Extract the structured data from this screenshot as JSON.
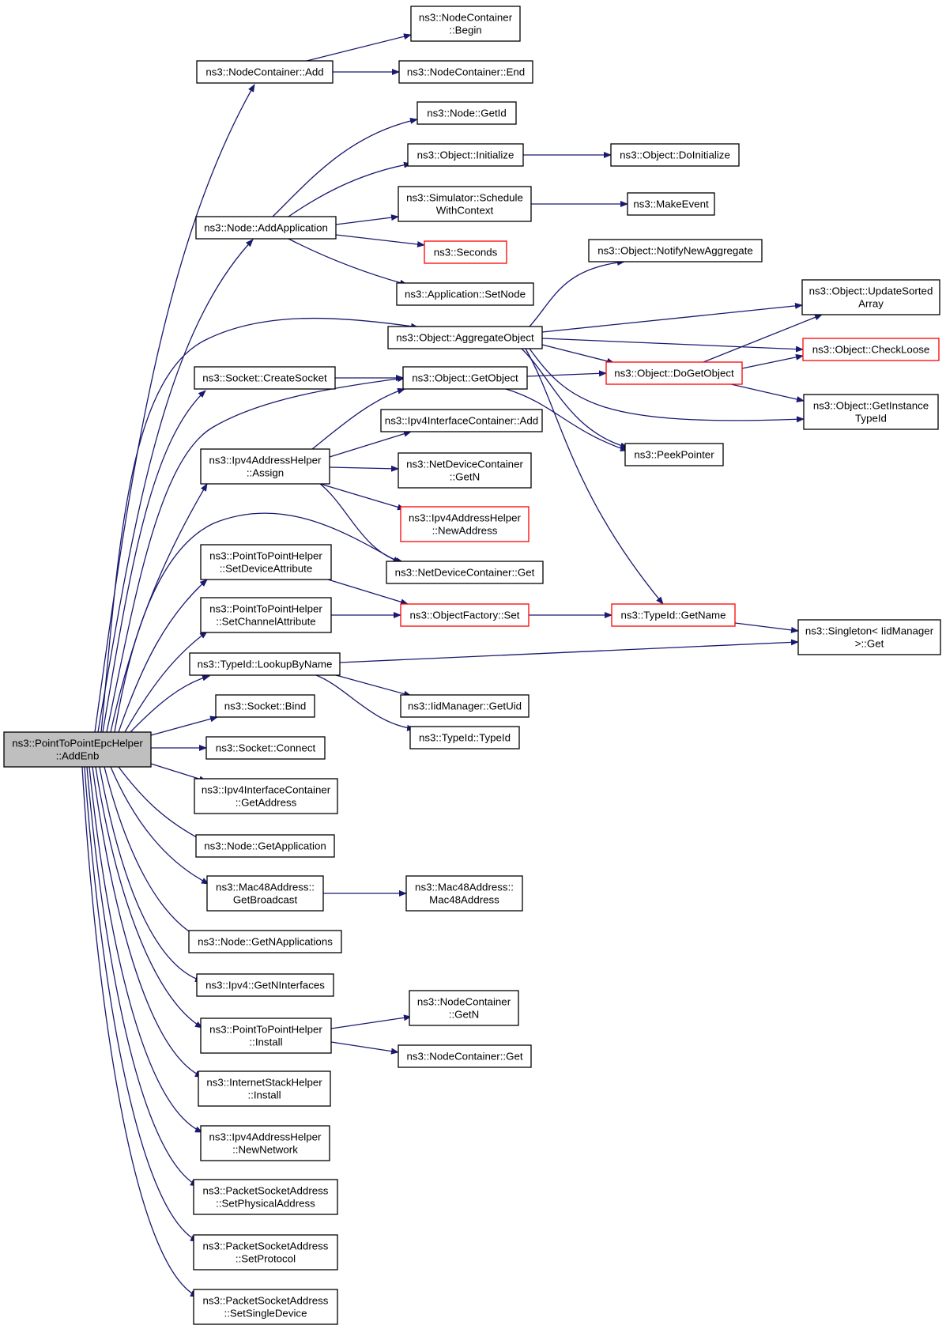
{
  "graph": {
    "edge_color": "#191970",
    "truncated_border_color": "#ff0000",
    "root_fill": "#bfbfbf",
    "nodes": [
      {
        "id": "root",
        "lines": [
          "ns3::PointToPointEpcHelper",
          "::AddEnb"
        ],
        "root": true
      },
      {
        "id": "nc_add",
        "lines": [
          "ns3::NodeContainer::Add"
        ]
      },
      {
        "id": "nc_begin",
        "lines": [
          "ns3::NodeContainer",
          "::Begin"
        ]
      },
      {
        "id": "nc_end",
        "lines": [
          "ns3::NodeContainer::End"
        ]
      },
      {
        "id": "node_getid",
        "lines": [
          "ns3::Node::GetId"
        ]
      },
      {
        "id": "obj_init",
        "lines": [
          "ns3::Object::Initialize"
        ]
      },
      {
        "id": "obj_doinit",
        "lines": [
          "ns3::Object::DoInitialize"
        ]
      },
      {
        "id": "sim_sched",
        "lines": [
          "ns3::Simulator::Schedule",
          "WithContext"
        ]
      },
      {
        "id": "make_event",
        "lines": [
          "ns3::MakeEvent"
        ]
      },
      {
        "id": "node_addapp",
        "lines": [
          "ns3::Node::AddApplication"
        ]
      },
      {
        "id": "seconds",
        "lines": [
          "ns3::Seconds"
        ],
        "truncated": true
      },
      {
        "id": "app_setnode",
        "lines": [
          "ns3::Application::SetNode"
        ]
      },
      {
        "id": "obj_notify",
        "lines": [
          "ns3::Object::NotifyNewAggregate"
        ]
      },
      {
        "id": "obj_updsorted",
        "lines": [
          "ns3::Object::UpdateSorted",
          "Array"
        ]
      },
      {
        "id": "obj_aggregate",
        "lines": [
          "ns3::Object::AggregateObject"
        ]
      },
      {
        "id": "obj_checkloose",
        "lines": [
          "ns3::Object::CheckLoose"
        ],
        "truncated": true
      },
      {
        "id": "sock_create",
        "lines": [
          "ns3::Socket::CreateSocket"
        ]
      },
      {
        "id": "obj_getobject",
        "lines": [
          "ns3::Object::GetObject"
        ]
      },
      {
        "id": "obj_dogetobject",
        "lines": [
          "ns3::Object::DoGetObject"
        ],
        "truncated": true
      },
      {
        "id": "obj_getinstance",
        "lines": [
          "ns3::Object::GetInstance",
          "TypeId"
        ]
      },
      {
        "id": "ipv4ic_add",
        "lines": [
          "ns3::Ipv4InterfaceContainer::Add"
        ]
      },
      {
        "id": "ipv4ah_assign",
        "lines": [
          "ns3::Ipv4AddressHelper",
          "::Assign"
        ]
      },
      {
        "id": "ndc_getn",
        "lines": [
          "ns3::NetDeviceContainer",
          "::GetN"
        ]
      },
      {
        "id": "peekpointer",
        "lines": [
          "ns3::PeekPointer"
        ]
      },
      {
        "id": "ipv4ah_newaddr",
        "lines": [
          "ns3::Ipv4AddressHelper",
          "::NewAddress"
        ],
        "truncated": true
      },
      {
        "id": "p2p_setdevattr",
        "lines": [
          "ns3::PointToPointHelper",
          "::SetDeviceAttribute"
        ]
      },
      {
        "id": "ndc_get",
        "lines": [
          "ns3::NetDeviceContainer::Get"
        ]
      },
      {
        "id": "p2p_setchanattr",
        "lines": [
          "ns3::PointToPointHelper",
          "::SetChannelAttribute"
        ]
      },
      {
        "id": "objfactory_set",
        "lines": [
          "ns3::ObjectFactory::Set"
        ],
        "truncated": true
      },
      {
        "id": "typeid_getname",
        "lines": [
          "ns3::TypeId::GetName"
        ],
        "truncated": true
      },
      {
        "id": "singleton_get",
        "lines": [
          "ns3::Singleton< IidManager",
          ">::Get"
        ]
      },
      {
        "id": "typeid_lookup",
        "lines": [
          "ns3::TypeId::LookupByName"
        ]
      },
      {
        "id": "iid_getuid",
        "lines": [
          "ns3::IidManager::GetUid"
        ]
      },
      {
        "id": "sock_bind",
        "lines": [
          "ns3::Socket::Bind"
        ]
      },
      {
        "id": "typeid_typeid",
        "lines": [
          "ns3::TypeId::TypeId"
        ]
      },
      {
        "id": "sock_connect",
        "lines": [
          "ns3::Socket::Connect"
        ]
      },
      {
        "id": "ipv4ic_getaddr",
        "lines": [
          "ns3::Ipv4InterfaceContainer",
          "::GetAddress"
        ]
      },
      {
        "id": "node_getapp",
        "lines": [
          "ns3::Node::GetApplication"
        ]
      },
      {
        "id": "mac48_getbcast",
        "lines": [
          "ns3::Mac48Address::",
          "GetBroadcast"
        ]
      },
      {
        "id": "mac48_ctor",
        "lines": [
          "ns3::Mac48Address::",
          "Mac48Address"
        ]
      },
      {
        "id": "node_getnapps",
        "lines": [
          "ns3::Node::GetNApplications"
        ]
      },
      {
        "id": "ipv4_getnif",
        "lines": [
          "ns3::Ipv4::GetNInterfaces"
        ]
      },
      {
        "id": "nc_getn",
        "lines": [
          "ns3::NodeContainer",
          "::GetN"
        ]
      },
      {
        "id": "p2p_install",
        "lines": [
          "ns3::PointToPointHelper",
          "::Install"
        ]
      },
      {
        "id": "nc_get",
        "lines": [
          "ns3::NodeContainer::Get"
        ]
      },
      {
        "id": "ish_install",
        "lines": [
          "ns3::InternetStackHelper",
          "::Install"
        ]
      },
      {
        "id": "ipv4ah_newnet",
        "lines": [
          "ns3::Ipv4AddressHelper",
          "::NewNetwork"
        ]
      },
      {
        "id": "psa_setphys",
        "lines": [
          "ns3::PacketSocketAddress",
          "::SetPhysicalAddress"
        ]
      },
      {
        "id": "psa_setproto",
        "lines": [
          "ns3::PacketSocketAddress",
          "::SetProtocol"
        ]
      },
      {
        "id": "psa_setsingle",
        "lines": [
          "ns3::PacketSocketAddress",
          "::SetSingleDevice"
        ]
      }
    ],
    "edges": [
      [
        "root",
        "nc_add"
      ],
      [
        "root",
        "node_addapp"
      ],
      [
        "root",
        "obj_aggregate"
      ],
      [
        "root",
        "sock_create"
      ],
      [
        "root",
        "obj_getobject"
      ],
      [
        "root",
        "ipv4ah_assign"
      ],
      [
        "root",
        "ndc_get"
      ],
      [
        "root",
        "p2p_setdevattr"
      ],
      [
        "root",
        "p2p_setchanattr"
      ],
      [
        "root",
        "typeid_lookup"
      ],
      [
        "root",
        "sock_bind"
      ],
      [
        "root",
        "sock_connect"
      ],
      [
        "root",
        "ipv4ic_getaddr"
      ],
      [
        "root",
        "node_getapp"
      ],
      [
        "root",
        "mac48_getbcast"
      ],
      [
        "root",
        "node_getnapps"
      ],
      [
        "root",
        "ipv4_getnif"
      ],
      [
        "root",
        "p2p_install"
      ],
      [
        "root",
        "ish_install"
      ],
      [
        "root",
        "ipv4ah_newnet"
      ],
      [
        "root",
        "psa_setphys"
      ],
      [
        "root",
        "psa_setproto"
      ],
      [
        "root",
        "psa_setsingle"
      ],
      [
        "nc_add",
        "nc_begin"
      ],
      [
        "nc_add",
        "nc_end"
      ],
      [
        "node_addapp",
        "node_getid"
      ],
      [
        "node_addapp",
        "obj_init"
      ],
      [
        "node_addapp",
        "sim_sched"
      ],
      [
        "node_addapp",
        "seconds"
      ],
      [
        "node_addapp",
        "app_setnode"
      ],
      [
        "obj_init",
        "obj_doinit"
      ],
      [
        "sim_sched",
        "make_event"
      ],
      [
        "obj_aggregate",
        "obj_notify"
      ],
      [
        "obj_aggregate",
        "obj_updsorted"
      ],
      [
        "obj_aggregate",
        "obj_checkloose"
      ],
      [
        "obj_aggregate",
        "obj_dogetobject"
      ],
      [
        "obj_aggregate",
        "obj_getinstance"
      ],
      [
        "obj_aggregate",
        "peekpointer"
      ],
      [
        "obj_aggregate",
        "typeid_getname"
      ],
      [
        "sock_create",
        "obj_getobject"
      ],
      [
        "obj_getobject",
        "obj_dogetobject"
      ],
      [
        "obj_getobject",
        "peekpointer"
      ],
      [
        "obj_dogetobject",
        "obj_updsorted"
      ],
      [
        "obj_dogetobject",
        "obj_checkloose"
      ],
      [
        "obj_dogetobject",
        "obj_getinstance"
      ],
      [
        "ipv4ah_assign",
        "obj_getobject"
      ],
      [
        "ipv4ah_assign",
        "ipv4ic_add"
      ],
      [
        "ipv4ah_assign",
        "ndc_getn"
      ],
      [
        "ipv4ah_assign",
        "ipv4ah_newaddr"
      ],
      [
        "ipv4ah_assign",
        "ndc_get"
      ],
      [
        "p2p_setdevattr",
        "objfactory_set"
      ],
      [
        "p2p_setchanattr",
        "objfactory_set"
      ],
      [
        "objfactory_set",
        "typeid_getname"
      ],
      [
        "typeid_getname",
        "singleton_get"
      ],
      [
        "typeid_lookup",
        "singleton_get"
      ],
      [
        "typeid_lookup",
        "iid_getuid"
      ],
      [
        "typeid_lookup",
        "typeid_typeid"
      ],
      [
        "mac48_getbcast",
        "mac48_ctor"
      ],
      [
        "p2p_install",
        "nc_getn"
      ],
      [
        "p2p_install",
        "nc_get"
      ]
    ]
  }
}
